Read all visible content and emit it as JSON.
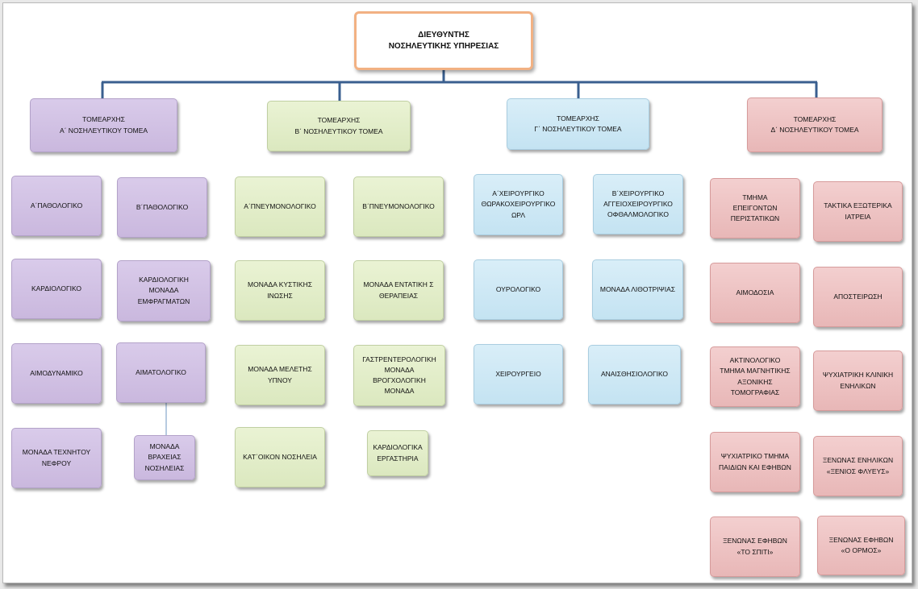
{
  "root": "ΔΙΕΥΘΥΝΤΗΣ\nΝΟΣΗΛΕΥΤΙΚΗΣ ΥΠΗΡΕΣΙΑΣ",
  "sectors": [
    {
      "label": "ΤΟΜΕΑΡΧΗΣ\nΑ΄ ΝΟΣΗΛΕΥΤΙΚΟΥ  ΤΟΜΕΑ",
      "color": "#cab8de"
    },
    {
      "label": "ΤΟΜΕΑΡΧΗΣ\nΒ΄ ΝΟΣΗΛΕΥΤΙΚΟΥ  ΤΟΜΕΑ",
      "color": "#dbe8bf"
    },
    {
      "label": "ΤΟΜΕΑΡΧΗΣ\nΓ΄ ΝΟΣΗΛΕΥΤΙΚΟΥ  ΤΟΜΕΑ",
      "color": "#c4e3f2"
    },
    {
      "label": "ΤΟΜΕΑΡΧΗΣ\nΔ΄ ΝΟΣΗΛΕΥΤΙΚΟΥ  ΤΟΜΕΑ",
      "color": "#e8b7b7"
    }
  ],
  "sector_a": [
    "Α΄ΠΑΘΟΛΟΓΙΚΟ",
    "Β΄ΠΑΘΟΛΟΓΙΚΟ",
    "ΚΑΡΔΙΟΛΟΓΙΚΟ",
    "ΚΑΡΔΙΟΛΟΓΙΚΗ\nΜΟΝΑΔΑ\nΕΜΦΡΑΓΜΑΤΩΝ",
    "ΑΙΜΟΔΥΝΑΜΙΚΟ",
    "ΑΙΜΑΤΟΛΟΓΙΚΟ",
    "ΜΟΝΑΔΑ  ΤΕΧΝΗΤΟΥ\nΝΕΦΡΟΥ",
    "ΜΟΝΑΔΑ\nΒΡΑΧΕΙΑΣ\nΝΟΣΗΛΕΙΑΣ"
  ],
  "sector_b": [
    "Α΄ΠΝΕΥΜΟΝΟΛΟΓΙΚΟ",
    "Β΄ΠΝΕΥΜΟΝΟΛΟΓΙΚΟ",
    "ΜΟΝΑΔΑ  ΚΥΣΤΙΚΗΣ\nΙΝΩΣΗΣ",
    "ΜΟΝΑΔΑ  ΕΝΤΑΤΙΚΗ Σ\nΘΕΡΑΠΕΙΑΣ",
    "ΜΟΝΑΔΑ  ΜΕΛΕΤΗΣ\nΥΠΝΟΥ",
    "ΓΑΣΤΡΕΝΤΕΡΟΛΟΓΙΚΗ\nΜΟΝΑΔΑ\nΒΡΟΓΧΟΛΟΓΙΚΗ  ΜΟΝΑΔΑ",
    "ΚΑΤ΄ΟΙΚΟΝ  ΝΟΣΗΛΕΙΑ",
    "ΚΑΡΔΙΟΛΟΓΙΚΑ\nΕΡΓΑΣΤΗΡΙΑ"
  ],
  "sector_c": [
    "Α΄ΧΕΙΡΟΥΡΓΙΚΟ\nΘΩΡΑΚΟΧΕΙΡΟΥΡΓΙΚΟ\nΩΡΛ",
    "Β΄ΧΕΙΡΟΥΡΓΙΚΟ\nΑΓΓΕΙΟΧΕΙΡΟΥΡΓΙΚΟ\nΟΦΘΑΛΜΟΛΟΓΙΚΟ",
    "ΟΥΡΟΛΟΓΙΚΟ",
    "ΜΟΝΑΔΑ  ΛΙΘΟΤΡΙΨΙΑΣ",
    "ΧΕΙΡΟΥΡΓΕΙΟ",
    "ΑΝΑΙΣΘΗΣΙΟΛΟΓΙΚΟ"
  ],
  "sector_d": [
    "ΤΜΗΜΑ\nΕΠΕΙΓΟΝΤΩΝ\nΠΕΡΙΣΤΑΤΙΚΩΝ",
    "ΤΑΚΤΙΚΑ  ΕΞΩΤΕΡΙΚΑ\nΙΑΤΡΕΙΑ",
    "ΑΙΜΟΔΟΣΙΑ",
    "ΑΠΟΣΤΕΙΡΩΣΗ",
    "ΑΚΤΙΝΟΛΟΓΙΚΟ\nΤΜΗΜΑ ΜΑΓΝΗΤΙΚΗΣ\nΑΞΟΝΙΚΗΣ\nΤΟΜΟΓΡΑΦΙΑΣ",
    "ΨΥΧΙΑΤΡΙΚΗ  ΚΛΙΝΙΚΗ\nΕΝΗΛΙΚΩΝ",
    "ΨΥΧΙΑΤΡΙΚΟ   ΤΜΗΜΑ\nΠΑΙΔΙΩΝ  ΚΑΙ  ΕΦΗΒΩΝ",
    "ΞΕΝΩΝΑΣ  ΕΝΗΛΙΚΩΝ\n«ΞΕΝΙΟΣ ΦΛΥΕΥΣ»",
    "ΞΕΝΩΝΑΣ  ΕΦΗΒΩΝ\n«ΤΟ ΣΠΙΤΙ»",
    "ΞΕΝΩΝΑΣ  ΕΦΗΒΩΝ\n«Ο ΟΡΜΟΣ»"
  ],
  "connector_color": "#3a5f8f"
}
